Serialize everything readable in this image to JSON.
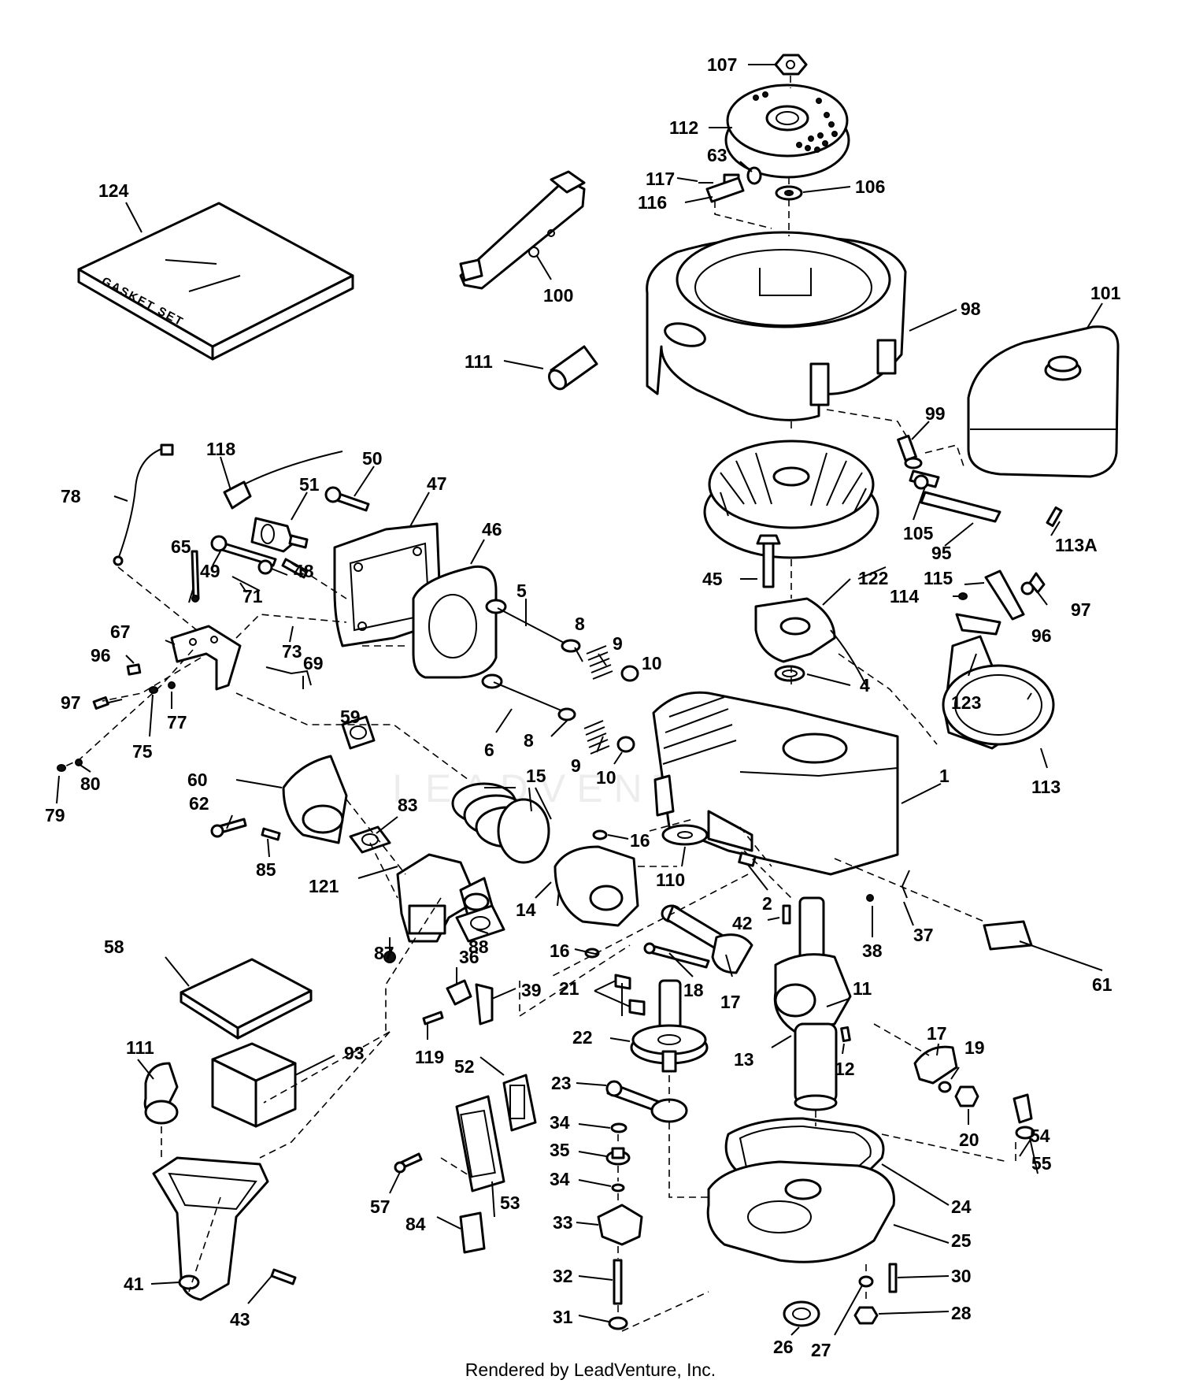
{
  "footer": "Rendered by LeadVenture, Inc.",
  "watermark": "LEADVENTURE",
  "gasket_set_label": "GASKET SET",
  "callouts": [
    {
      "id": "107",
      "label": "107"
    },
    {
      "id": "112",
      "label": "112"
    },
    {
      "id": "63",
      "label": "63"
    },
    {
      "id": "117",
      "label": "117"
    },
    {
      "id": "116",
      "label": "116"
    },
    {
      "id": "106",
      "label": "106"
    },
    {
      "id": "124",
      "label": "124"
    },
    {
      "id": "100",
      "label": "100"
    },
    {
      "id": "98",
      "label": "98"
    },
    {
      "id": "101",
      "label": "101"
    },
    {
      "id": "111a",
      "label": "111"
    },
    {
      "id": "99",
      "label": "99"
    },
    {
      "id": "118",
      "label": "118"
    },
    {
      "id": "50",
      "label": "50"
    },
    {
      "id": "78",
      "label": "78"
    },
    {
      "id": "51",
      "label": "51"
    },
    {
      "id": "47",
      "label": "47"
    },
    {
      "id": "46",
      "label": "46"
    },
    {
      "id": "105",
      "label": "105"
    },
    {
      "id": "95",
      "label": "95"
    },
    {
      "id": "113A",
      "label": "113A"
    },
    {
      "id": "65",
      "label": "65"
    },
    {
      "id": "49",
      "label": "49"
    },
    {
      "id": "48",
      "label": "48"
    },
    {
      "id": "45",
      "label": "45"
    },
    {
      "id": "122",
      "label": "122"
    },
    {
      "id": "115",
      "label": "115"
    },
    {
      "id": "114",
      "label": "114"
    },
    {
      "id": "97a",
      "label": "97"
    },
    {
      "id": "71",
      "label": "71"
    },
    {
      "id": "5",
      "label": "5"
    },
    {
      "id": "96a",
      "label": "96"
    },
    {
      "id": "67",
      "label": "67"
    },
    {
      "id": "73",
      "label": "73"
    },
    {
      "id": "8a",
      "label": "8"
    },
    {
      "id": "9a",
      "label": "9"
    },
    {
      "id": "96b",
      "label": "96"
    },
    {
      "id": "97b",
      "label": "97"
    },
    {
      "id": "10a",
      "label": "10"
    },
    {
      "id": "123",
      "label": "123"
    },
    {
      "id": "69",
      "label": "69"
    },
    {
      "id": "6",
      "label": "6"
    },
    {
      "id": "59",
      "label": "59"
    },
    {
      "id": "4",
      "label": "4"
    },
    {
      "id": "77",
      "label": "77"
    },
    {
      "id": "75",
      "label": "75"
    },
    {
      "id": "8b",
      "label": "8"
    },
    {
      "id": "9b",
      "label": "9"
    },
    {
      "id": "10b",
      "label": "10"
    },
    {
      "id": "80",
      "label": "80"
    },
    {
      "id": "60",
      "label": "60"
    },
    {
      "id": "15",
      "label": "15"
    },
    {
      "id": "1",
      "label": "1"
    },
    {
      "id": "113",
      "label": "113"
    },
    {
      "id": "79",
      "label": "79"
    },
    {
      "id": "62",
      "label": "62"
    },
    {
      "id": "83",
      "label": "83"
    },
    {
      "id": "85",
      "label": "85"
    },
    {
      "id": "16a",
      "label": "16"
    },
    {
      "id": "110",
      "label": "110"
    },
    {
      "id": "121",
      "label": "121"
    },
    {
      "id": "2",
      "label": "2"
    },
    {
      "id": "14",
      "label": "14"
    },
    {
      "id": "42",
      "label": "42"
    },
    {
      "id": "37",
      "label": "37"
    },
    {
      "id": "87",
      "label": "87"
    },
    {
      "id": "88",
      "label": "88"
    },
    {
      "id": "16b",
      "label": "16"
    },
    {
      "id": "38",
      "label": "38"
    },
    {
      "id": "58",
      "label": "58"
    },
    {
      "id": "36",
      "label": "36"
    },
    {
      "id": "21",
      "label": "21"
    },
    {
      "id": "18",
      "label": "18"
    },
    {
      "id": "39",
      "label": "39"
    },
    {
      "id": "17a",
      "label": "17"
    },
    {
      "id": "11",
      "label": "11"
    },
    {
      "id": "61",
      "label": "61"
    },
    {
      "id": "17b",
      "label": "17"
    },
    {
      "id": "111b",
      "label": "111"
    },
    {
      "id": "93",
      "label": "93"
    },
    {
      "id": "119",
      "label": "119"
    },
    {
      "id": "22",
      "label": "22"
    },
    {
      "id": "13",
      "label": "13"
    },
    {
      "id": "19",
      "label": "19"
    },
    {
      "id": "12",
      "label": "12"
    },
    {
      "id": "52",
      "label": "52"
    },
    {
      "id": "23",
      "label": "23"
    },
    {
      "id": "20",
      "label": "20"
    },
    {
      "id": "34a",
      "label": "34"
    },
    {
      "id": "54",
      "label": "54"
    },
    {
      "id": "35",
      "label": "35"
    },
    {
      "id": "55",
      "label": "55"
    },
    {
      "id": "34b",
      "label": "34"
    },
    {
      "id": "57",
      "label": "57"
    },
    {
      "id": "24",
      "label": "24"
    },
    {
      "id": "53",
      "label": "53"
    },
    {
      "id": "84",
      "label": "84"
    },
    {
      "id": "33",
      "label": "33"
    },
    {
      "id": "25",
      "label": "25"
    },
    {
      "id": "41",
      "label": "41"
    },
    {
      "id": "32",
      "label": "32"
    },
    {
      "id": "30",
      "label": "30"
    },
    {
      "id": "31",
      "label": "31"
    },
    {
      "id": "28",
      "label": "28"
    },
    {
      "id": "43",
      "label": "43"
    },
    {
      "id": "26",
      "label": "26"
    },
    {
      "id": "27",
      "label": "27"
    }
  ]
}
